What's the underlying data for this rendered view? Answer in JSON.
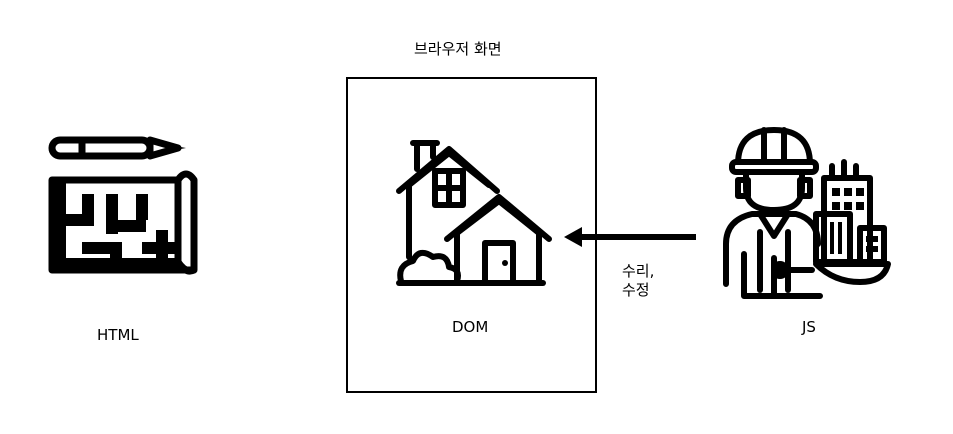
{
  "browser": {
    "title": "브라우저 화면"
  },
  "nodes": {
    "html": {
      "label": "HTML",
      "icon": "blueprint-icon"
    },
    "dom": {
      "label": "DOM",
      "icon": "house-icon"
    },
    "js": {
      "label": "JS",
      "icon": "construction-worker-icon"
    }
  },
  "arrow": {
    "label_line1": "수리,",
    "label_line2": "수정"
  }
}
